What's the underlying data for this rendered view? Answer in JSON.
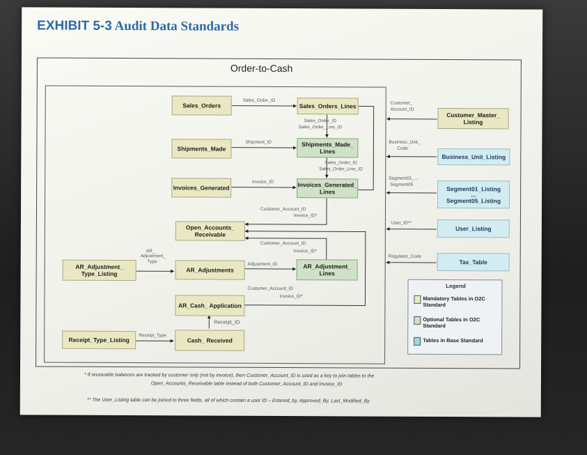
{
  "exhibit": {
    "number": "EXHIBIT 5-3",
    "title": "Audit Data Standards"
  },
  "diagram_title": "Order-to-Cash",
  "tables": {
    "sales_orders": "Sales_Orders",
    "sales_orders_lines": "Sales_Orders_Lines",
    "shipments_made": "Shipments_Made",
    "shipments_made_lines": "Shipments_Made_ Lines",
    "invoices_generated": "Invoices_Generated",
    "invoices_generated_lines": "Invoices_Generated_ Lines",
    "open_accounts_receivable": "Open_Accounts_ Receivable",
    "ar_adjustment_type_listing": "AR_Adjustment_ Type_Listing",
    "ar_adjustments": "AR_Adjustments",
    "ar_adjustment_lines": "AR_Adjustment_ Lines",
    "ar_cash_application": "AR_Cash_ Application",
    "receipt_type_listing": "Receipt_Type_Listing",
    "cash_received": "Cash_ Received",
    "customer_master_listing": "Customer_Master_ Listing",
    "business_unit_listing": "Business_Unit_Listing",
    "segment01_listing": "Segment01_Listing",
    "segment_dots": "...",
    "segment05_listing": "Segment05_Listing",
    "user_listing": "User_Listing",
    "tax_table": "Tax_Table"
  },
  "links": {
    "so_to_sol": "Sales_Order_ID",
    "sol_to_sml_1": "Sales_Order_ID",
    "sol_to_sml_2": "Sales_Order_Line_ID",
    "sm_to_sml": "Shipment_ID",
    "sml_to_igl_1": "Sales_Order_ID",
    "sml_to_igl_2": "Sales_Order_Line_ID",
    "ig_to_igl": "Invoice_ID",
    "igl_to_oar_1": "Customer_Account_ID",
    "igl_to_oar_2": "Invoice_ID*",
    "arl_to_oar_1": "Customer_Account_ID",
    "arl_to_oar_2": "Invoice_ID*",
    "arat_to_ara_1": "AR_",
    "arat_to_ara_2": "Adjustment_",
    "arat_to_ara_3": "Type",
    "ara_to_arl": "Adjustment_ID",
    "cash_to_oar_1": "Customer_Account_ID",
    "cash_to_oar_2": "Invoice_ID*",
    "receipt_id": "Receipt_ID",
    "receipt_type": "Receipt_Type",
    "customer_1": "Customer_",
    "customer_2": "Account_ID",
    "bu_1": "Business_Unit_",
    "bu_2": "Code",
    "seg_1": "Segment01_...",
    "seg_2": "Segment05",
    "user_id": "User_ID**",
    "regulator_code": "Regulator_Code"
  },
  "legend": {
    "title": "Legend",
    "mandatory": "Mandatory Tables in O2C Standard",
    "optional": "Optional Tables in O2C Standard",
    "base": "Tables in Base Standard"
  },
  "colors": {
    "mandatory": "#e9e8c3",
    "optional": "#cfe1c6",
    "base": "#d2ecf1",
    "title_blue": "#2d6aa3"
  },
  "footnotes": {
    "note1_line1": "* If receivable balances are tracked by customer only (not by invoice), then Customer_Account_ID is used as a key to join tables to the",
    "note1_line2": "Open_Accounts_Receivable table instead of both Customer_Account_ID and Invoice_ID",
    "note2": "** The User_Listing table can be joined to three fields, all of which contain a user ID – Entered_by, Approved_By, Last_Modified_By"
  }
}
